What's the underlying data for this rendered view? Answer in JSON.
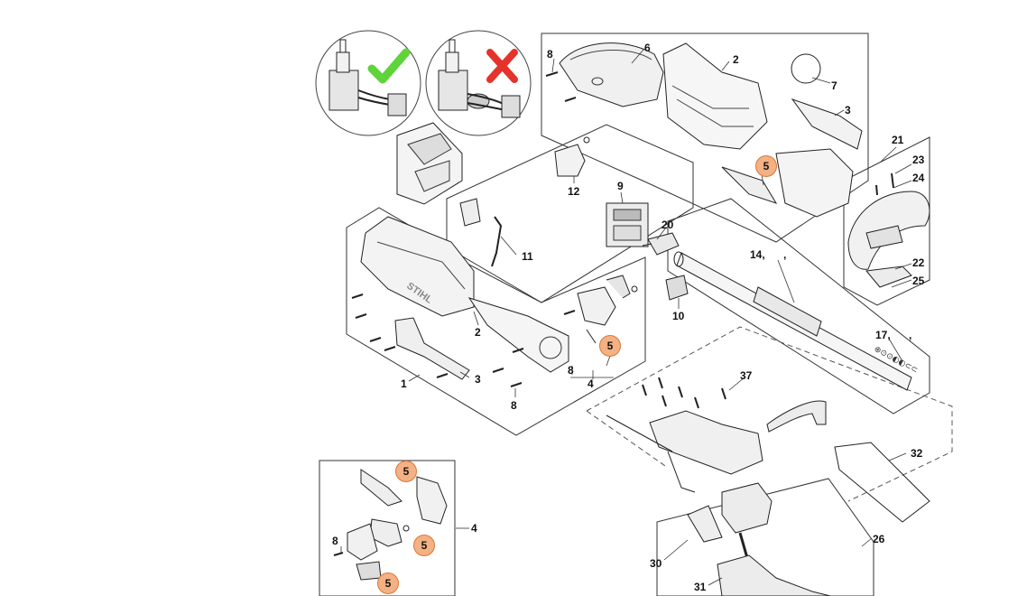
{
  "labels": {
    "p1": "1",
    "p2_top": "2",
    "p2_main": "2",
    "p3_top": "3",
    "p3_main": "3",
    "p4_main": "4",
    "p4_inset": "4",
    "p5": "5",
    "p6": "6",
    "p7": "7",
    "p8_top": "8",
    "p8_main_a": "8",
    "p8_main_b": "8",
    "p8_inset": "8",
    "p9": "9",
    "p10": "10",
    "p11": "11",
    "p12": "12",
    "p14": "14,",
    "p14_comma": ",",
    "p17": "17,",
    "p17_comma": ",",
    "p20": "20",
    "p21": "21",
    "p22": "22",
    "p23": "23",
    "p24": "24",
    "p25": "25",
    "p26": "26",
    "p30": "30",
    "p31": "31",
    "p32": "32",
    "p37": "37"
  },
  "brand_text": "STIHL",
  "tube_text": "⊕⊙⊙◐◐⊂⊂",
  "status_icons": {
    "correct": "green-check-icon",
    "wrong": "red-x-icon"
  },
  "colors": {
    "badge_fill": "#f4b183",
    "badge_border": "#d9773a",
    "check": "#5fd33a",
    "cross": "#e5322b",
    "line": "#222222"
  }
}
